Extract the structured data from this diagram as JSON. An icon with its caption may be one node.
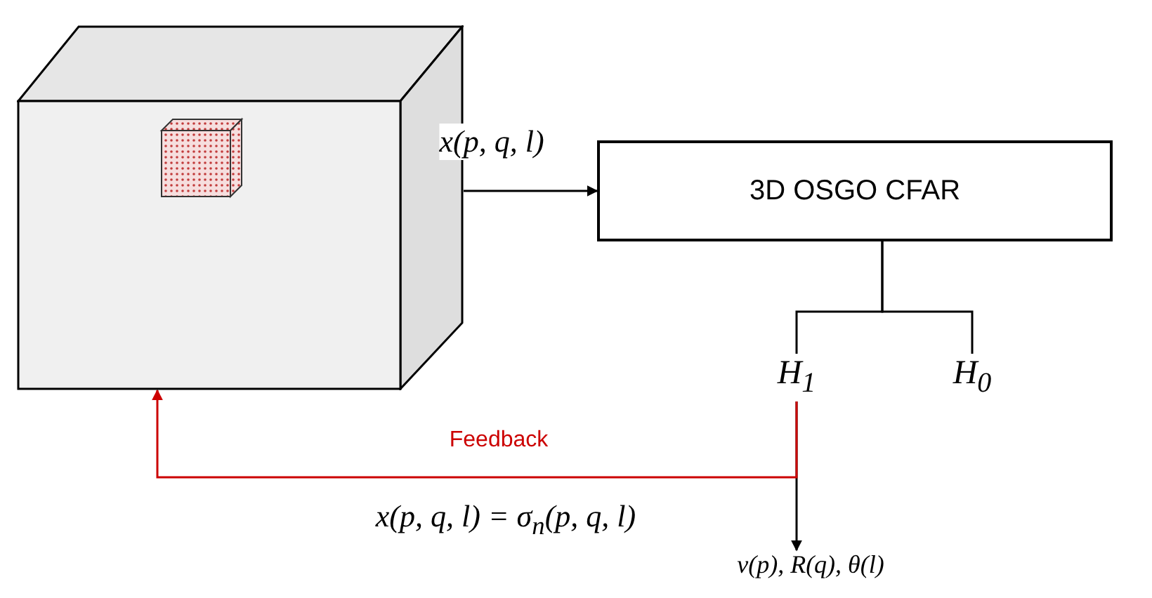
{
  "diagram": {
    "nodes": [
      {
        "text": [],
        "shape": "cube"
      },
      {
        "text": [
          "3D OSGO CFAR"
        ]
      },
      {
        "text": [
          "H$_{1}$"
        ]
      },
      {
        "text": [
          "H$_{0}$"
        ]
      },
      {
        "text": [
          "v(p), R(q), θ(l)"
        ]
      }
    ],
    "edges": [
      {
        "from": 0,
        "to": 1,
        "arrow": "to",
        "label": "x(p, q, l)"
      },
      {
        "from": 1,
        "to": 2,
        "arrow": "none"
      },
      {
        "from": 1,
        "to": 3,
        "arrow": "none"
      },
      {
        "from": 2,
        "to": 4,
        "arrow": "to"
      },
      {
        "from": 2,
        "to": 0,
        "arrow": "to",
        "label": "Feedback",
        "color": "#cc0000"
      }
    ],
    "labels": [
      "x(p, q, l) = σ$_{n}$(p, q, l)"
    ]
  }
}
